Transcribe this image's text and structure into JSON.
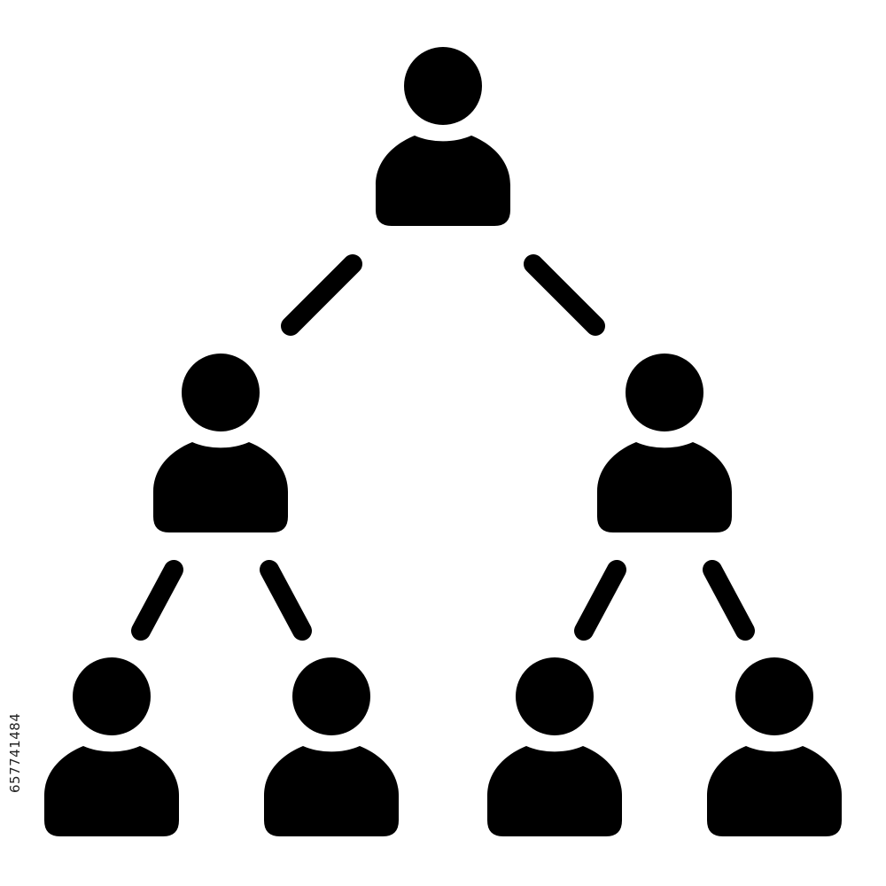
{
  "stock_id": "657741484",
  "colors": {
    "icon": "#000000",
    "background": "#ffffff",
    "text": "#222222"
  },
  "icons": {
    "person": "person-icon",
    "connector": "connector-line"
  },
  "hierarchy": {
    "levels": 3,
    "nodes_per_level": [
      1,
      2,
      4
    ],
    "connections": 6
  }
}
